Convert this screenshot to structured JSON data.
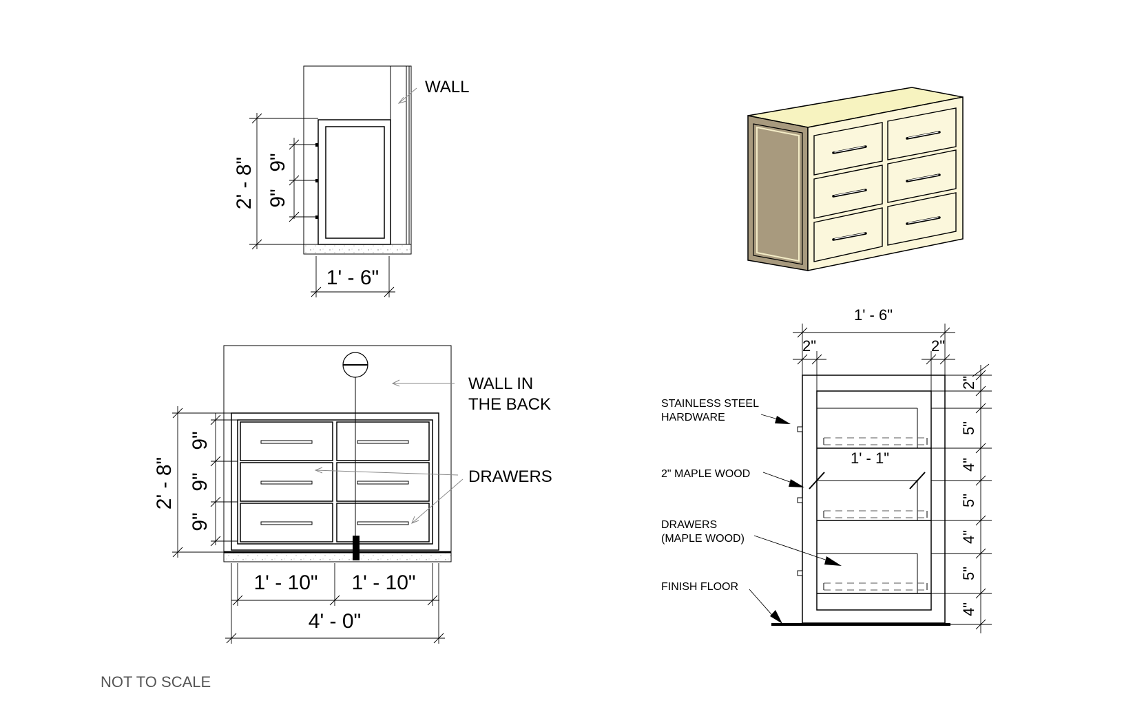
{
  "side_view": {
    "wall_label": "WALL",
    "height": "2' - 8\"",
    "drawer_upper": "9\"",
    "drawer_lower": "9\"",
    "depth": "1' - 6\""
  },
  "isometric": {
    "colors": {
      "top": "#f7f3c0",
      "front": "#fbf6d8",
      "side": "#a89a7e"
    }
  },
  "front_view": {
    "wall_label_line1": "WALL IN",
    "wall_label_line2": "THE BACK",
    "drawers_label": "DRAWERS",
    "height": "2' - 8\"",
    "drawer_1": "9\"",
    "drawer_2": "9\"",
    "drawer_3": "9\"",
    "width_left": "1' - 10\"",
    "width_right": "1' - 10\"",
    "width_total": "4' - 0\""
  },
  "section": {
    "overall_width": "1' - 6\"",
    "side_left": "2\"",
    "side_right": "2\"",
    "inner_width": "1' - 1\"",
    "callout_hardware_line1": "STAINLESS STEEL",
    "callout_hardware_line2": "HARDWARE",
    "callout_wood": "2\" MAPLE WOOD",
    "callout_drawers_line1": "DRAWERS",
    "callout_drawers_line2": "(MAPLE WOOD)",
    "callout_floor": "FINISH FLOOR",
    "vertical_dims": [
      "2\"",
      "5\"",
      "4\"",
      "5\"",
      "4\"",
      "5\"",
      "4\""
    ]
  },
  "note": "NOT TO SCALE"
}
